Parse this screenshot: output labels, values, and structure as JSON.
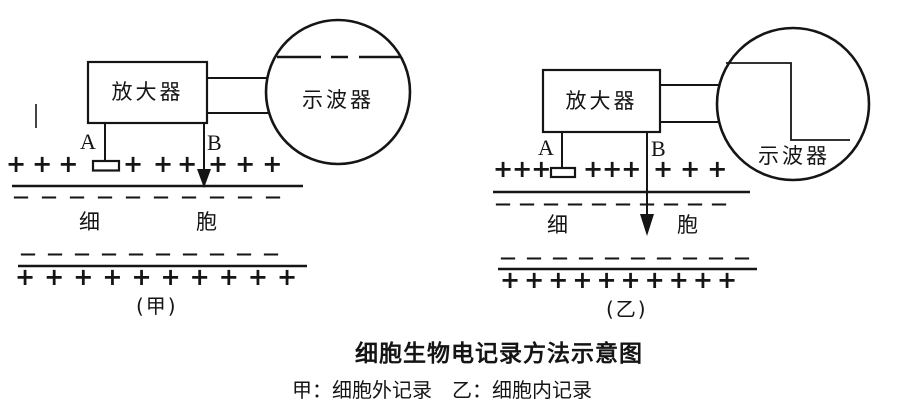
{
  "colors": {
    "ink": "#151515",
    "background": "#ffffff"
  },
  "caption": {
    "title": "细胞生物电记录方法示意图",
    "subtitle": "甲：细胞外记录　乙：细胞内记录"
  },
  "left_panel": {
    "amplifier_label": "放大器",
    "oscilloscope_label": "示波器",
    "electrode_a_label": "A",
    "electrode_b_label": "B",
    "cell_char_1": "细",
    "cell_char_2": "胞",
    "panel_tag": "(甲)",
    "charges": {
      "outer_top_1": "+++",
      "outer_top_2": "+",
      "outer_top_3": "++",
      "outer_top_4": "+++",
      "inner_top_minus": "——————————",
      "inner_bottom_minus": "——————————",
      "outer_bottom_plus": "++++++++++"
    }
  },
  "right_panel": {
    "amplifier_label": "放大器",
    "oscilloscope_label": "示波器",
    "electrode_a_label": "A",
    "electrode_b_label": "B",
    "cell_char_1": "细",
    "cell_char_2": "胞",
    "panel_tag": "(乙)",
    "charges": {
      "outer_top_1": "+++",
      "outer_top_2": "+++",
      "outer_top_3": "+++",
      "inner_top_minus": "——————————",
      "inner_bottom_minus": "——————————",
      "outer_bottom_plus": "++++++++++"
    }
  }
}
